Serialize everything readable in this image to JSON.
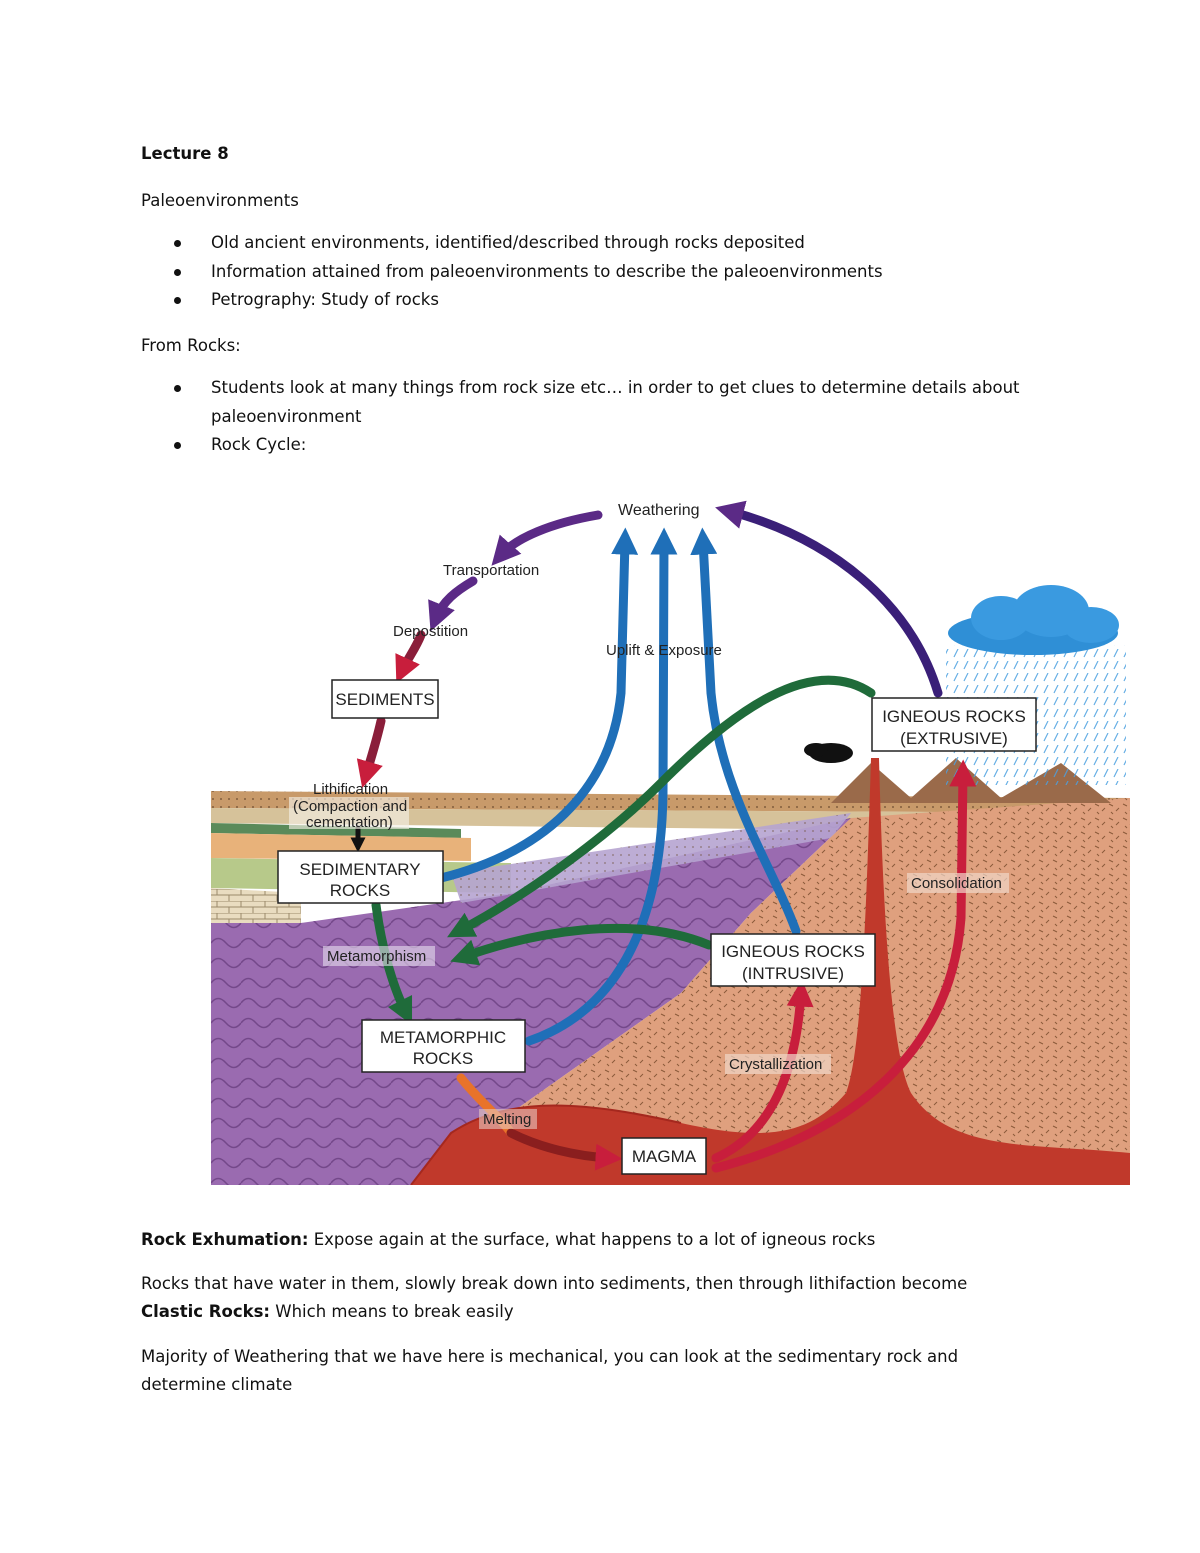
{
  "document": {
    "title": "Lecture 8",
    "heading1": "Paleoenvironments",
    "bullets1": [
      "Old ancient environments, identified/described through rocks deposited",
      "Information attained from paleoenvironments to describe the paleoenvironments",
      "Petrography: Study of rocks"
    ],
    "heading2": "From Rocks:",
    "bullets2": [
      "Students look at many things from rock size etc… in order to get clues to determine details about paleoenvironment",
      "Rock Cycle:"
    ],
    "para1_bold": "Rock Exhumation:",
    "para1_rest": " Expose again at the surface, what happens to a lot of igneous rocks",
    "para2_line1": "Rocks that have water in them, slowly break down into sediments, then through lithifaction become",
    "para2_bold": "Clastic Rocks:",
    "para2_rest": " Which means to break easily",
    "para3": "Majority of Weathering that we have here is mechanical, you can look at the sedimentary rock and determine climate"
  },
  "diagram": {
    "labels": {
      "weathering": "Weathering",
      "transportation": "Transportation",
      "deposition": "Depostition",
      "uplift": "Uplift & Exposure",
      "lithification": "Lithification",
      "compaction1": "(Compaction and",
      "compaction2": "cementation)",
      "metamorphism": "Metamorphism",
      "melting": "Melting",
      "crystallization": "Crystallization",
      "consolidation": "Consolidation"
    },
    "boxes": {
      "sediments": "SEDIMENTS",
      "sedimentary1": "SEDIMENTARY",
      "sedimentary2": "ROCKS",
      "metamorphic1": "METAMORPHIC",
      "metamorphic2": "ROCKS",
      "igneous_int1": "IGNEOUS ROCKS",
      "igneous_int2": "(INTRUSIVE)",
      "igneous_ext1": "IGNEOUS ROCKS",
      "igneous_ext2": "(EXTRUSIVE)",
      "magma": "MAGMA"
    },
    "colors": {
      "purple_arrow": "#5b2a86",
      "blue_arrow": "#1f6fb8",
      "green_arrow": "#1f6b3a",
      "red_arrow": "#c81e3c",
      "orange_arrow": "#e8732a",
      "metamorphic_rock": "#9a6bb0",
      "igneous_rock": "#dfa07e",
      "magma": "#c0392b"
    }
  }
}
